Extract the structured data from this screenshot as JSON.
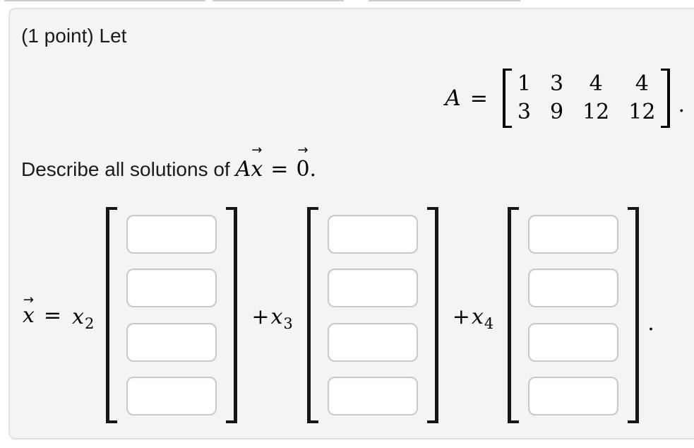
{
  "problem": {
    "header": "(1 point) Let",
    "notation": {
      "vector_arrow": "→"
    },
    "matrix": {
      "var": "A",
      "equals": "=",
      "rows": [
        [
          "1",
          "3",
          "4",
          "4"
        ],
        [
          "3",
          "9",
          "12",
          "12"
        ]
      ],
      "period": "."
    },
    "describe": {
      "text": "Describe all solutions of",
      "matrix_var": "A",
      "vector_var": "x",
      "equals": "=",
      "zero": "0",
      "period": "."
    },
    "equation": {
      "lhs_vector": "x",
      "equals": "=",
      "terms": [
        {
          "operator": "",
          "variable": "x",
          "subscript": "2",
          "entries": [
            "",
            "",
            "",
            ""
          ]
        },
        {
          "operator": "+",
          "variable": "x",
          "subscript": "3",
          "entries": [
            "",
            "",
            "",
            ""
          ]
        },
        {
          "operator": "+",
          "variable": "x",
          "subscript": "4",
          "entries": [
            "",
            "",
            "",
            ""
          ]
        }
      ],
      "period": "."
    }
  },
  "colors": {
    "panel_background": "#f4f4f4",
    "panel_border": "#e1e1e1",
    "input_border": "#c9c9c9",
    "input_background": "#ffffff",
    "text": "#1b1b1b",
    "math": "#000000",
    "bracket": "#161616",
    "top_edge_segments": "#cccccc"
  }
}
